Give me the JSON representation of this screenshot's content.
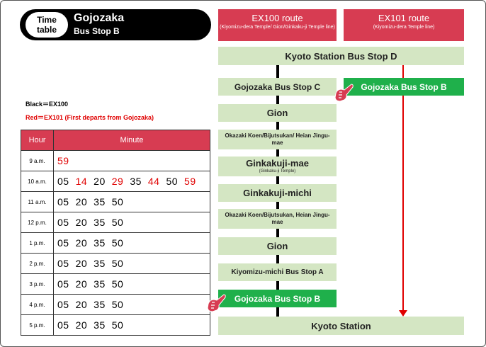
{
  "header": {
    "badge_line1": "Time",
    "badge_line2": "table",
    "stop_name": "Gojozaka",
    "stop_sub": "Bus Stop B"
  },
  "legend": {
    "black": "Black＝EX100",
    "red": "Red＝EX101 (First departs from Gojozaka)"
  },
  "timetable": {
    "col_hour": "Hour",
    "col_minute": "Minute",
    "rows": [
      {
        "hour": "9 a.m.",
        "minutes": [
          {
            "v": "59",
            "c": "red"
          }
        ]
      },
      {
        "hour": "10 a.m.",
        "minutes": [
          {
            "v": "05",
            "c": "black"
          },
          {
            "v": "14",
            "c": "red"
          },
          {
            "v": "20",
            "c": "black"
          },
          {
            "v": "29",
            "c": "red"
          },
          {
            "v": "35",
            "c": "black"
          },
          {
            "v": "44",
            "c": "red"
          },
          {
            "v": "50",
            "c": "black"
          },
          {
            "v": "59",
            "c": "red"
          }
        ]
      },
      {
        "hour": "11 a.m.",
        "minutes": [
          {
            "v": "05",
            "c": "black"
          },
          {
            "v": "20",
            "c": "black"
          },
          {
            "v": "35",
            "c": "black"
          },
          {
            "v": "50",
            "c": "black"
          }
        ]
      },
      {
        "hour": "12 p.m.",
        "minutes": [
          {
            "v": "05",
            "c": "black"
          },
          {
            "v": "20",
            "c": "black"
          },
          {
            "v": "35",
            "c": "black"
          },
          {
            "v": "50",
            "c": "black"
          }
        ]
      },
      {
        "hour": "1 p.m.",
        "minutes": [
          {
            "v": "05",
            "c": "black"
          },
          {
            "v": "20",
            "c": "black"
          },
          {
            "v": "35",
            "c": "black"
          },
          {
            "v": "50",
            "c": "black"
          }
        ]
      },
      {
        "hour": "2 p.m.",
        "minutes": [
          {
            "v": "05",
            "c": "black"
          },
          {
            "v": "20",
            "c": "black"
          },
          {
            "v": "35",
            "c": "black"
          },
          {
            "v": "50",
            "c": "black"
          }
        ]
      },
      {
        "hour": "3 p.m.",
        "minutes": [
          {
            "v": "05",
            "c": "black"
          },
          {
            "v": "20",
            "c": "black"
          },
          {
            "v": "35",
            "c": "black"
          },
          {
            "v": "50",
            "c": "black"
          }
        ]
      },
      {
        "hour": "4 p.m.",
        "minutes": [
          {
            "v": "05",
            "c": "black"
          },
          {
            "v": "20",
            "c": "black"
          },
          {
            "v": "35",
            "c": "black"
          },
          {
            "v": "50",
            "c": "black"
          }
        ]
      },
      {
        "hour": "5 p.m.",
        "minutes": [
          {
            "v": "05",
            "c": "black"
          },
          {
            "v": "20",
            "c": "black"
          },
          {
            "v": "35",
            "c": "black"
          },
          {
            "v": "50",
            "c": "black"
          }
        ]
      }
    ]
  },
  "routes": {
    "ex100": {
      "title": "EX100 route",
      "subtitle": "(Kiyomizu-dera Temple/ Gion/Ginkaku-ji Temple line)"
    },
    "ex101": {
      "title": "EX101 route",
      "subtitle": "(Kiyomizu-dera Temple line)"
    }
  },
  "stops": {
    "kyoto_d": "Kyoto Station Bus Stop D",
    "gojozaka_c": "Gojozaka Bus Stop C",
    "gojozaka_b_101": "Gojozaka Bus Stop B",
    "gion_1": "Gion",
    "okazaki_1": "Okazaki Koen/Bijutsukan/ Heian Jingu-mae",
    "ginkakuji_mae": "Ginkakuji-mae",
    "ginkakuji_mae_sub": "(Ginkaku-ji Temple)",
    "ginkakuji_michi": "Ginkakuji-michi",
    "okazaki_2": "Okazaki Koen/Bijutsukan, Heian Jingu-mae",
    "gion_2": "Gion",
    "kiyomizu_a": "Kiyomizu-michi Bus Stop A",
    "gojozaka_b_100": "Gojozaka Bus Stop B",
    "kyoto_station": "Kyoto Station"
  },
  "colors": {
    "route_header": "#d73c52",
    "stop_bg": "#d4e6c3",
    "highlight_stop": "#1fb04b",
    "ex101_red": "#e00000"
  },
  "icons": [
    "pointing-hand-icon"
  ]
}
